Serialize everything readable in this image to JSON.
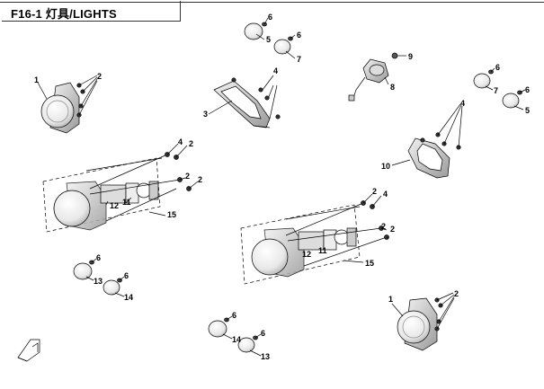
{
  "header": {
    "title": "F16-1 灯具/LIGHTS"
  },
  "callouts": [
    "1",
    "2",
    "3",
    "4",
    "5",
    "6",
    "7",
    "8",
    "9",
    "10",
    "11",
    "12",
    "13",
    "14",
    "15"
  ]
}
